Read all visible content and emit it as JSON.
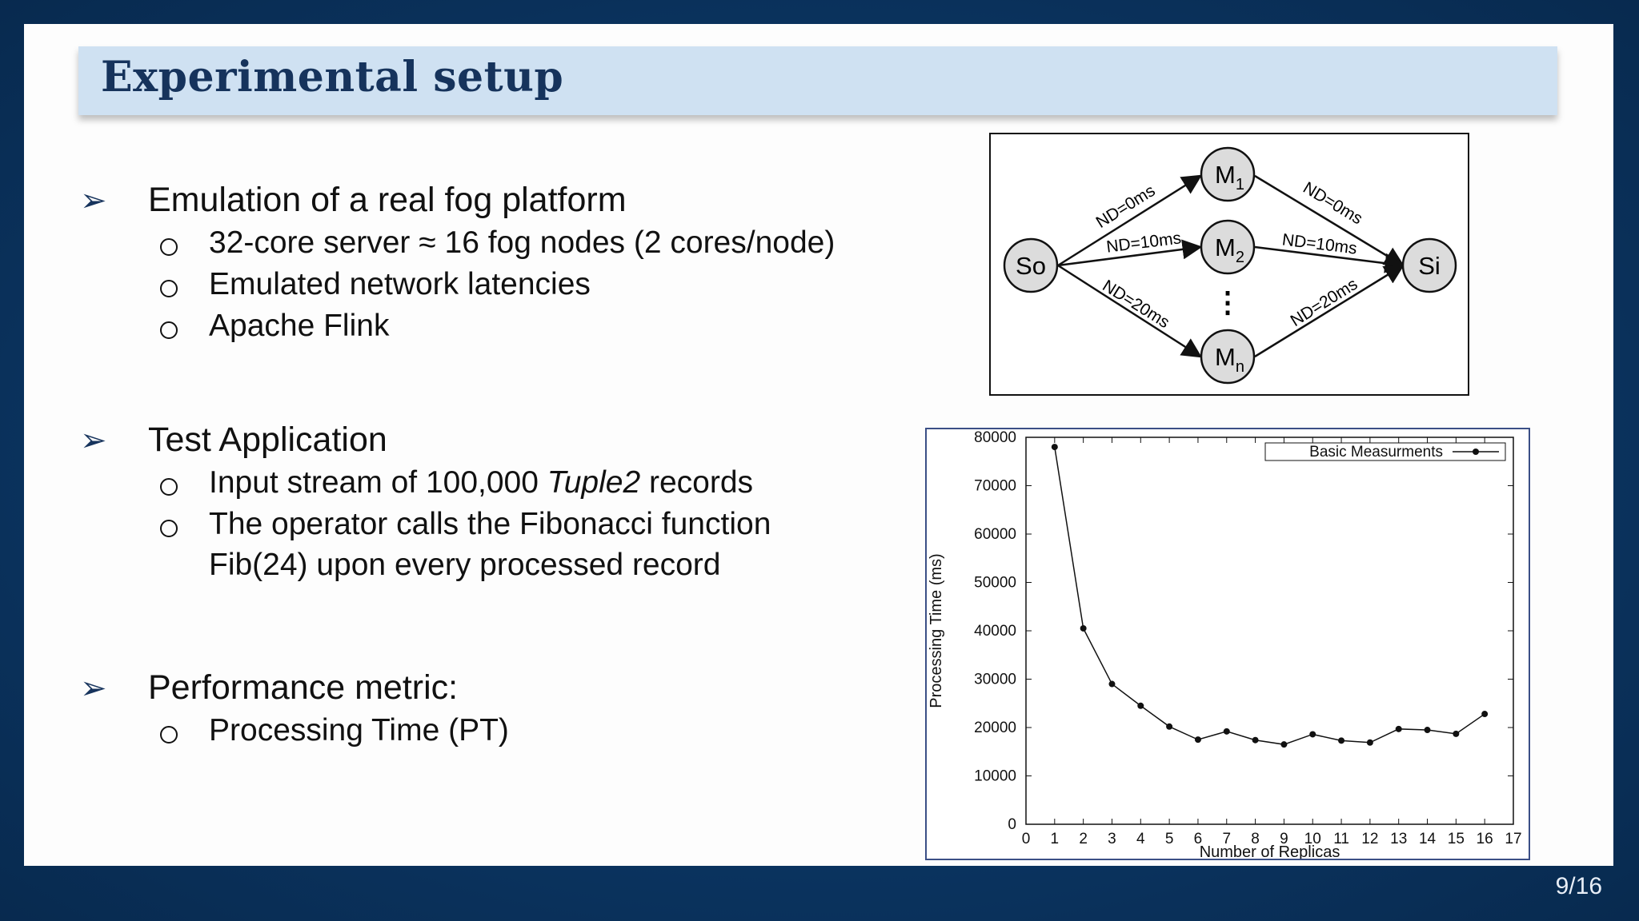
{
  "slide": {
    "title": "Experimental setup",
    "page_number": "9/16",
    "accent_color": "#16335c",
    "title_bg": "#cfe1f2"
  },
  "bullets": [
    {
      "text": "Emulation of a real fog platform",
      "subs": [
        "32-core server ≈ 16 fog nodes (2 cores/node)",
        "Emulated network latencies",
        "Apache Flink"
      ]
    },
    {
      "text": "Test Application",
      "subs_rich": [
        {
          "pre": "Input stream of 100,000 ",
          "em": "Tuple2",
          "post": " records"
        },
        {
          "pre": "The operator calls the Fibonacci function",
          "em": "",
          "post": ""
        }
      ],
      "sub_continuation": "Fib(24) upon every processed record"
    },
    {
      "text": "Performance metric:",
      "subs": [
        "Processing Time (PT)"
      ]
    }
  ],
  "icons": {
    "bullet1": "arrowhead-icon",
    "bullet2": "hollow-circle-icon"
  },
  "diagram": {
    "nodes": {
      "source": "So",
      "sink": "Si",
      "m1": "M",
      "m1_sub": "1",
      "m2": "M",
      "m2_sub": "2",
      "mn": "M",
      "mn_sub": "n"
    },
    "edges": {
      "so_m1": "ND=0ms",
      "so_m2": "ND=10ms",
      "so_mn": "ND=20ms",
      "m1_si": "ND=0ms",
      "m2_si": "ND=10ms",
      "mn_si": "ND=20ms"
    },
    "ellipsis": "⋮"
  },
  "chart_data": {
    "type": "line",
    "xlabel": "Number of Replicas",
    "ylabel": "Processing Time (ms)",
    "xlim": [
      0,
      17
    ],
    "ylim": [
      0,
      80000
    ],
    "x_ticks": [
      0,
      1,
      2,
      3,
      4,
      5,
      6,
      7,
      8,
      9,
      10,
      11,
      12,
      13,
      14,
      15,
      16,
      17
    ],
    "y_ticks": [
      0,
      10000,
      20000,
      30000,
      40000,
      50000,
      60000,
      70000,
      80000
    ],
    "grid": false,
    "legend_position": "top-right",
    "series": [
      {
        "name": "Basic Measurments",
        "x": [
          1,
          2,
          3,
          4,
          5,
          6,
          7,
          8,
          9,
          10,
          11,
          12,
          13,
          14,
          15,
          16
        ],
        "y": [
          78000,
          40500,
          29000,
          24500,
          20200,
          17500,
          19200,
          17400,
          16500,
          18600,
          17300,
          16900,
          19700,
          19500,
          18700,
          22800
        ]
      }
    ]
  }
}
